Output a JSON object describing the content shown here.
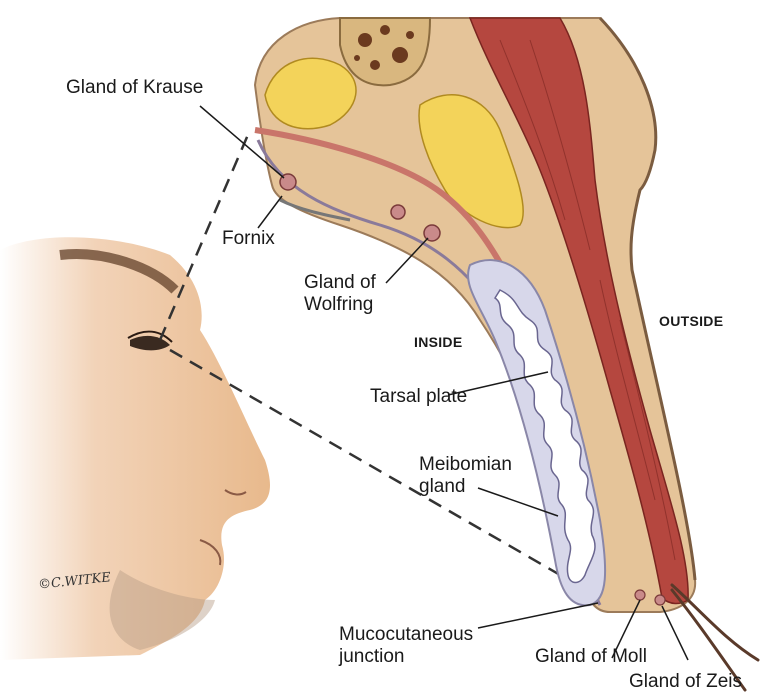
{
  "labels": {
    "gland_of_krause": "Gland of Krause",
    "fornix": "Fornix",
    "gland_of_wolfring_1": "Gland of",
    "gland_of_wolfring_2": "Wolfring",
    "inside": "INSIDE",
    "outside": "OUTSIDE",
    "tarsal_plate": "Tarsal plate",
    "meibomian_1": "Meibomian",
    "meibomian_2": "gland",
    "mucocutaneous_1": "Mucocutaneous",
    "mucocutaneous_2": "junction",
    "gland_of_moll": "Gland of Moll",
    "gland_of_zeis": "Gland of Zeis"
  },
  "signature": "©C.WITKE",
  "colors": {
    "skin": "#e8b98c",
    "tissue": "#e5c499",
    "fat": "#f3d35a",
    "muscle": "#b5473f",
    "tarsal": "#d7d7ea",
    "gland": "#ffffff",
    "bone": "#d9b77f"
  }
}
